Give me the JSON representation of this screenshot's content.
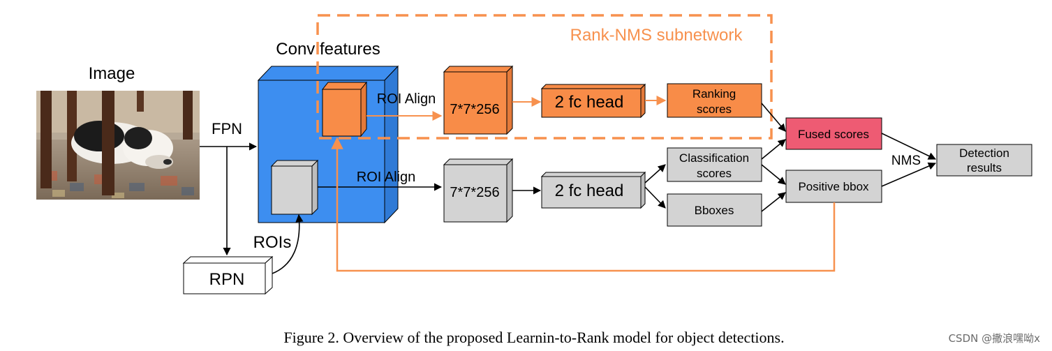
{
  "colors": {
    "conv_blue": "#3d8ef0",
    "orange": "#f7914e",
    "orange_face": "#f88c48",
    "gray": "#d3d3d3",
    "fused_red": "#ee5b73",
    "white": "#ffffff"
  },
  "labels": {
    "image_title": "Image",
    "conv_title": "Conv features",
    "subnetwork_title": "Rank-NMS subnetwork",
    "fpn": "FPN",
    "rois": "ROIs",
    "rpn": "RPN",
    "roi_align_top": "ROI Align",
    "roi_align_bottom": "ROI Align",
    "feat_top": "7*7*256",
    "feat_bottom": "7*7*256",
    "fc_top": "2 fc head",
    "fc_bottom": "2 fc head",
    "ranking_line1": "Ranking",
    "ranking_line2": "scores",
    "class_line1": "Classification",
    "class_line2": "scores",
    "bboxes": "Bboxes",
    "fused": "Fused scores",
    "positive": "Positive bbox",
    "nms": "NMS",
    "det_line1": "Detection",
    "det_line2": "results"
  },
  "caption": "Figure 2. Overview of the proposed Learnin-to-Rank model for object detections.",
  "watermark": "CSDN @撒浪嘿呦x"
}
